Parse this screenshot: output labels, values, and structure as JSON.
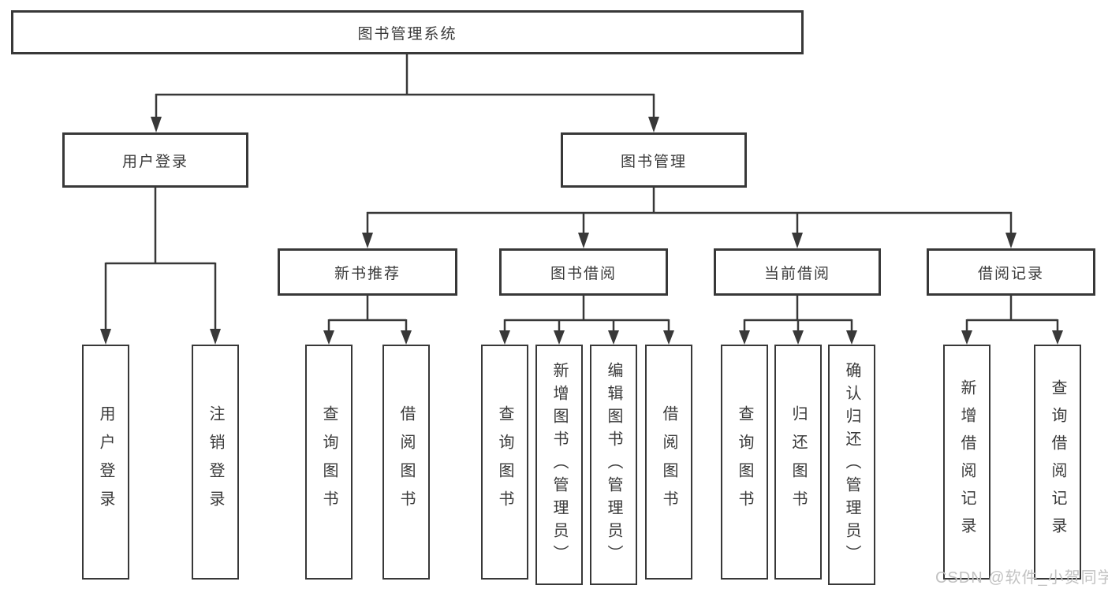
{
  "diagram": {
    "root": {
      "label": "图书管理系统"
    },
    "branches": [
      {
        "label": "用户登录",
        "children": [
          {
            "label": "用户登录"
          },
          {
            "label": "注销登录"
          }
        ]
      },
      {
        "label": "图书管理",
        "children": [
          {
            "label": "新书推荐",
            "children": [
              {
                "label": "查询图书"
              },
              {
                "label": "借阅图书"
              }
            ]
          },
          {
            "label": "图书借阅",
            "children": [
              {
                "label": "查询图书"
              },
              {
                "label": "新增图书（管理员）"
              },
              {
                "label": "编辑图书（管理员）"
              },
              {
                "label": "借阅图书"
              }
            ]
          },
          {
            "label": "当前借阅",
            "children": [
              {
                "label": "查询图书"
              },
              {
                "label": "归还图书"
              },
              {
                "label": "确认归还（管理员）"
              }
            ]
          },
          {
            "label": "借阅记录",
            "children": [
              {
                "label": "新增借阅记录"
              },
              {
                "label": "查询借阅记录"
              }
            ]
          }
        ]
      }
    ]
  },
  "watermark": {
    "text": "CSDN @软件_小贺同学"
  },
  "colors": {
    "line": "#383838",
    "text": "#3a3a3a",
    "background": "#ffffff",
    "watermark": "#c2c2c2"
  }
}
